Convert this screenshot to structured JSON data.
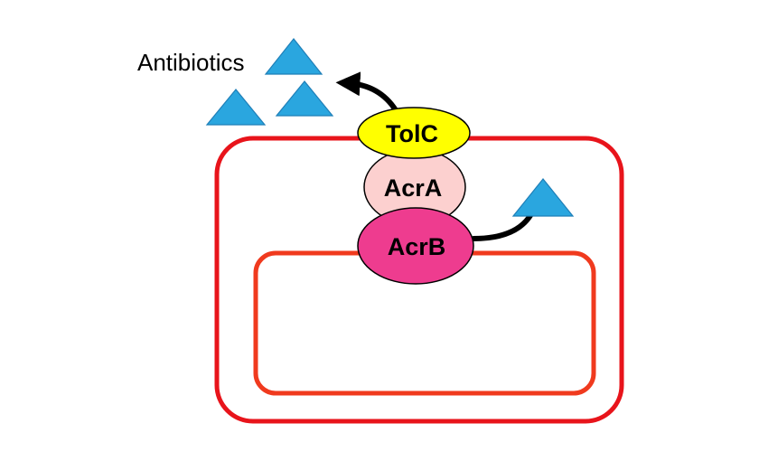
{
  "labels": {
    "antibiotics": "Antibiotics",
    "tolc": "TolC",
    "acra": "AcrA",
    "acrb": "AcrB"
  },
  "colors": {
    "background": "#ffffff",
    "outer_membrane": "#e8141b",
    "inner_membrane": "#f03a1e",
    "tolc_fill": "#ffff00",
    "acra_fill": "#fcd0cf",
    "acrb_fill": "#ee3c8f",
    "triangle_fill": "#2aa6df",
    "triangle_stroke": "#1f7fb8",
    "arrow": "#000000"
  },
  "icons": {
    "antibiotic_molecule": "blue-triangle",
    "efflux_path": "curved-arrow"
  }
}
